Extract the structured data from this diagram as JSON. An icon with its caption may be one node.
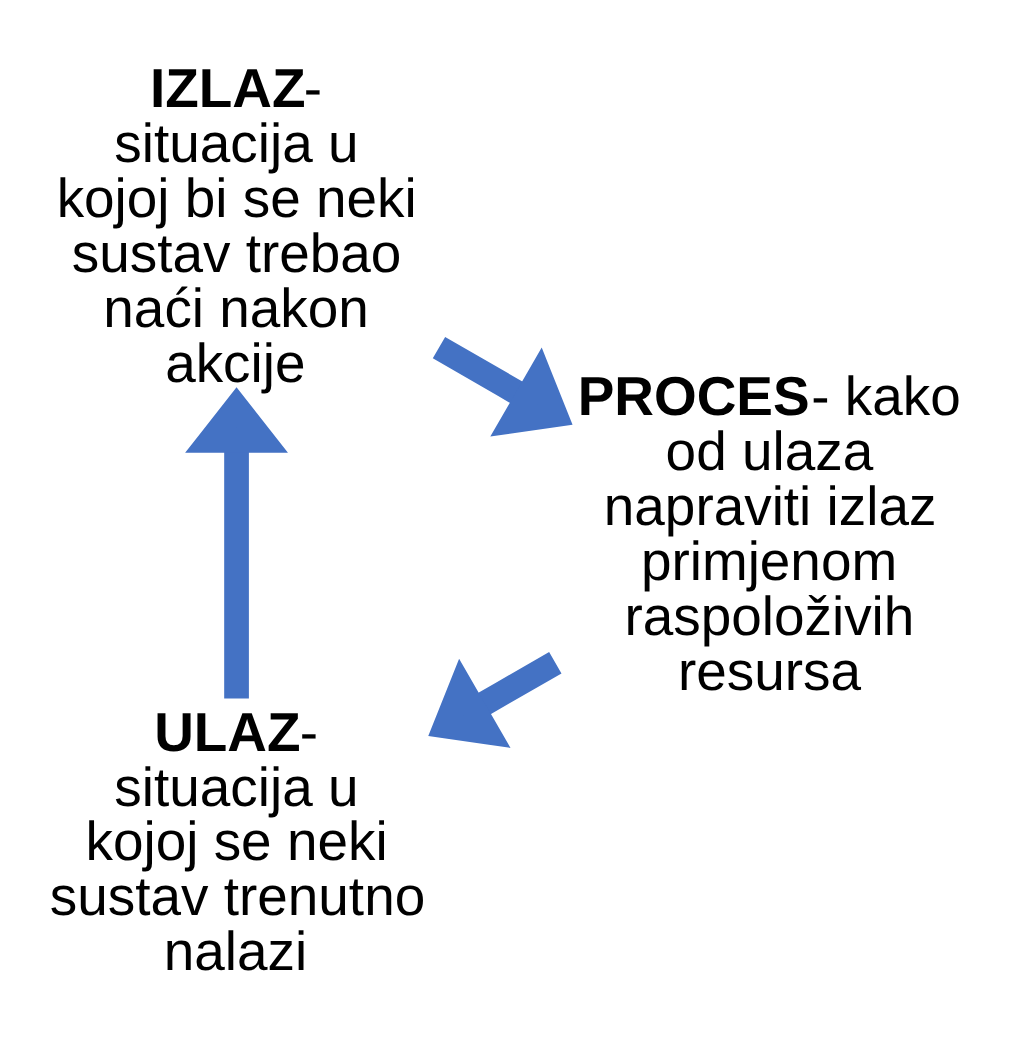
{
  "diagram": {
    "nodes": [
      {
        "text": [
          "**ULAZ**- situacija u kojoj se neki sustav trenutno nalazi"
        ]
      },
      {
        "text": [
          "**IZLAZ**- situacija u kojoj bi se neki sustav trebao naći nakon akcije"
        ]
      },
      {
        "text": [
          "**PROCES**- kako od ulaza napraviti izlaz primjenom raspoloživih resursa"
        ]
      }
    ],
    "edges": [
      {
        "from": 0,
        "to": 1,
        "arrow": "to"
      },
      {
        "from": 1,
        "to": 2,
        "arrow": "to"
      },
      {
        "from": 2,
        "to": 0,
        "arrow": "to"
      }
    ]
  }
}
